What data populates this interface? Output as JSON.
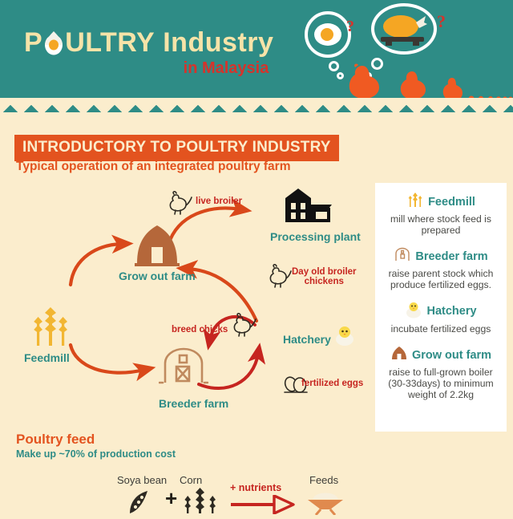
{
  "header": {
    "title_part_a": "P",
    "title_egg_icon": "egg-icon",
    "title_part_b": "ULTRY",
    "title_part_c": "Industry",
    "subtitle": "in Malaysia",
    "bubble_egg_icon": "fried-egg-icon",
    "bubble_chicken_icon": "roast-chicken-icon",
    "question_mark": "?",
    "chicken_icon": "chicken-icon",
    "colors": {
      "teal": "#2e8c86",
      "cream": "#fbedcd",
      "orange": "#e3531f",
      "yellow": "#f6e3a8",
      "red": "#d6332b"
    }
  },
  "section": {
    "banner": "INTRODUCTORY TO POULTRY INDUSTRY",
    "subtitle": "Typical operation of an integrated poultry farm"
  },
  "legend": {
    "items": [
      {
        "icon": "wheat-icon",
        "title": "Feedmill",
        "desc": "mill where stock feed is prepared"
      },
      {
        "icon": "barn-outline-icon",
        "title": "Breeder farm",
        "desc": "raise parent stock which produce fertilized eggs."
      },
      {
        "icon": "chick-icon",
        "title": "Hatchery",
        "desc": "incubate fertilized eggs"
      },
      {
        "icon": "hut-icon",
        "title": "Grow out farm",
        "desc": "raise to full-grown boiler (30-33days) to minimum weight of 2.2kg"
      }
    ]
  },
  "diagram": {
    "nodes": [
      {
        "id": "feedmill",
        "label": "Feedmill",
        "icon": "wheat-icon"
      },
      {
        "id": "grow-out-farm",
        "label": "Grow out farm",
        "icon": "hut-icon"
      },
      {
        "id": "processing-plant",
        "label": "Processing plant",
        "icon": "factory-icon"
      },
      {
        "id": "hatchery",
        "label": "Hatchery",
        "icon": "chick-icon"
      },
      {
        "id": "breeder-farm",
        "label": "Breeder farm",
        "icon": "barn-outline-icon"
      }
    ],
    "edges": [
      {
        "id": "live-broiler",
        "label": "live broiler",
        "icon": "hen-outline-icon"
      },
      {
        "id": "day-old-broiler",
        "label": "Day old broiler chickens",
        "line1": "Day old broiler",
        "line2": "chickens",
        "icon": "hen-outline-icon"
      },
      {
        "id": "breed-chicks",
        "label": "breed chicks",
        "icon": "hen-outline-icon"
      },
      {
        "id": "fertilized-eggs",
        "label": "fertilized eggs",
        "icon": "eggs-outline-icon"
      }
    ]
  },
  "poultry_feed": {
    "title": "Poultry feed",
    "subtitle": "Make up ~70% of production cost",
    "ingredients": [
      {
        "label": "Soya bean",
        "icon": "soya-bean-icon"
      },
      {
        "label": "Corn",
        "icon": "corn-icon"
      }
    ],
    "plus": "+",
    "nutrients_label": "+ nutrients",
    "output": {
      "label": "Feeds",
      "icon": "feed-dish-icon"
    }
  }
}
